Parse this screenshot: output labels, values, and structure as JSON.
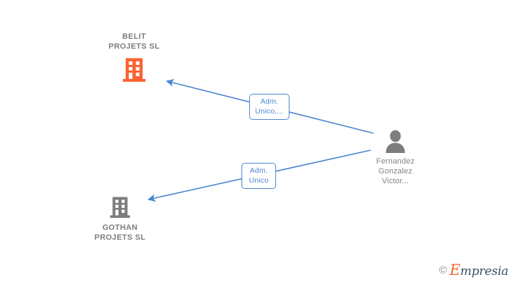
{
  "graph": {
    "nodes": [
      {
        "id": "belit",
        "type": "company",
        "icon": "building-icon",
        "label": "BELIT\nPROJETS  SL",
        "color": "#fa6432"
      },
      {
        "id": "gothan",
        "type": "company",
        "icon": "building-icon",
        "label": "GOTHAN\nPROJETS  SL",
        "color": "#7d7d7d"
      },
      {
        "id": "person",
        "type": "person",
        "icon": "person-icon",
        "label": "Fernandez\nGonzalez\nVictor...",
        "color": "#7d7d7d"
      }
    ],
    "edges": [
      {
        "id": "edge-belit",
        "from": "person",
        "to": "belit",
        "label": "Adm.\nUnico,...",
        "color": "#4a86d0"
      },
      {
        "id": "edge-gothan",
        "from": "person",
        "to": "gothan",
        "label": "Adm.\nUnico",
        "color": "#4a86d0"
      }
    ]
  },
  "watermark": {
    "copyright": "©",
    "brand_initial": "E",
    "brand_rest": "mpresia"
  },
  "colors": {
    "accent_orange": "#fa6432",
    "edge_blue": "#4a86d0",
    "node_gray": "#7d7d7d",
    "background": "#ffffff"
  }
}
